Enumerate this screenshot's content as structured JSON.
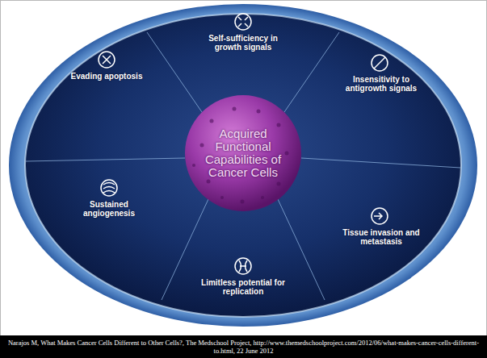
{
  "diagram": {
    "caption": "Narajos M, What Makes Cancer Cells Different to Other Cells?, The Medschool Project, http://www.themedschoolproject.com/2012/06/what-makes-cancer-cells-different-to.html, 22 June 2012",
    "nodes": [
      {
        "text": [
          "Self-sufficiency in growth signals"
        ]
      },
      {
        "text": [
          "Evading apoptosis"
        ]
      },
      {
        "text": [
          "Insensitivity to antigrowth signals"
        ]
      },
      {
        "text": [
          "Acquired Functional Capabilities of Cancer Cells"
        ]
      },
      {
        "text": [
          "Sustained angiogenesis"
        ]
      },
      {
        "text": [
          "Tissue invasion and metastasis"
        ]
      },
      {
        "text": [
          "Limitless potential for replication"
        ]
      }
    ]
  }
}
